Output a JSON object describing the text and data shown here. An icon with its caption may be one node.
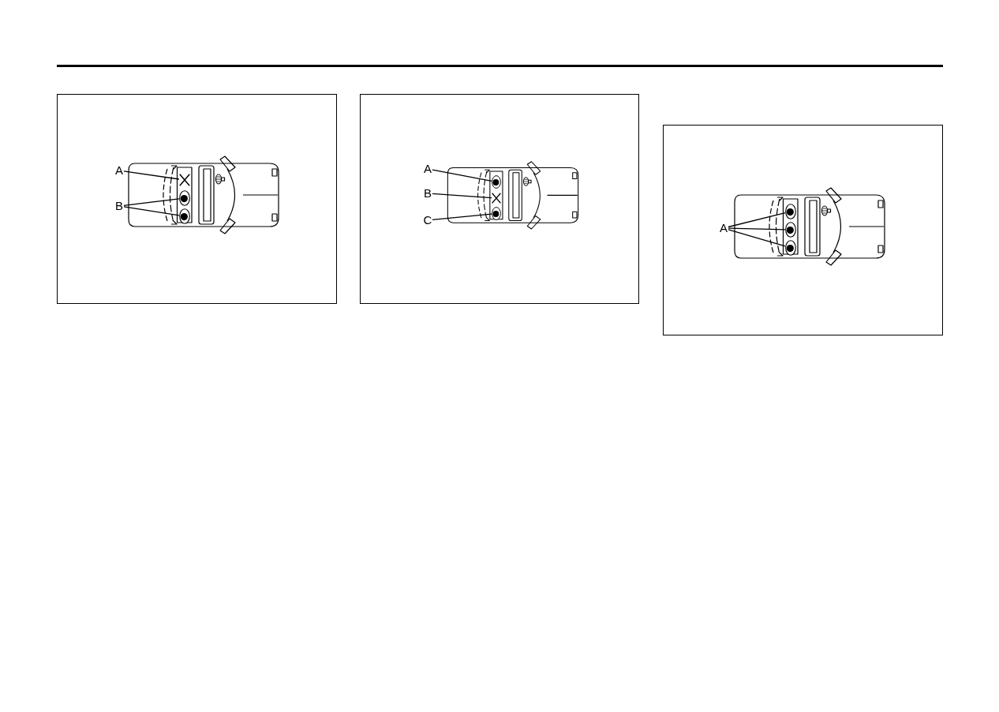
{
  "diagram": {
    "nodes": [
      {
        "text": [],
        "shape": "box"
      },
      {
        "text": [
          "A"
        ],
        "in": 0
      },
      {
        "text": [
          "B"
        ],
        "in": 0
      },
      {
        "text": [],
        "shape": "cross",
        "in": 0
      },
      {
        "text": [],
        "shape": "circle",
        "in": 0
      },
      {
        "text": [],
        "shape": "circle",
        "in": 0
      },
      {
        "text": [],
        "shape": "box"
      },
      {
        "text": [
          "A"
        ],
        "in": 6
      },
      {
        "text": [
          "B"
        ],
        "in": 6
      },
      {
        "text": [
          "C"
        ],
        "in": 6
      },
      {
        "text": [],
        "shape": "circle",
        "in": 6
      },
      {
        "text": [],
        "shape": "cross",
        "in": 6
      },
      {
        "text": [],
        "shape": "circle",
        "in": 6
      },
      {
        "text": [],
        "shape": "box"
      },
      {
        "text": [
          "A"
        ],
        "in": 13
      },
      {
        "text": [],
        "shape": "circle",
        "in": 13
      },
      {
        "text": [],
        "shape": "circle",
        "in": 13
      },
      {
        "text": [],
        "shape": "circle",
        "in": 13
      }
    ],
    "edges": [
      {
        "from": 1,
        "to": 3,
        "arrow": "none"
      },
      {
        "from": 2,
        "to": 4,
        "arrow": "none"
      },
      {
        "from": 2,
        "to": 5,
        "arrow": "none"
      },
      {
        "from": 7,
        "to": 10,
        "arrow": "none"
      },
      {
        "from": 8,
        "to": 11,
        "arrow": "none"
      },
      {
        "from": 9,
        "to": 12,
        "arrow": "none"
      },
      {
        "from": 14,
        "to": 15,
        "arrow": "none"
      },
      {
        "from": 14,
        "to": 16,
        "arrow": "none"
      },
      {
        "from": 14,
        "to": 17,
        "arrow": "none"
      }
    ]
  }
}
